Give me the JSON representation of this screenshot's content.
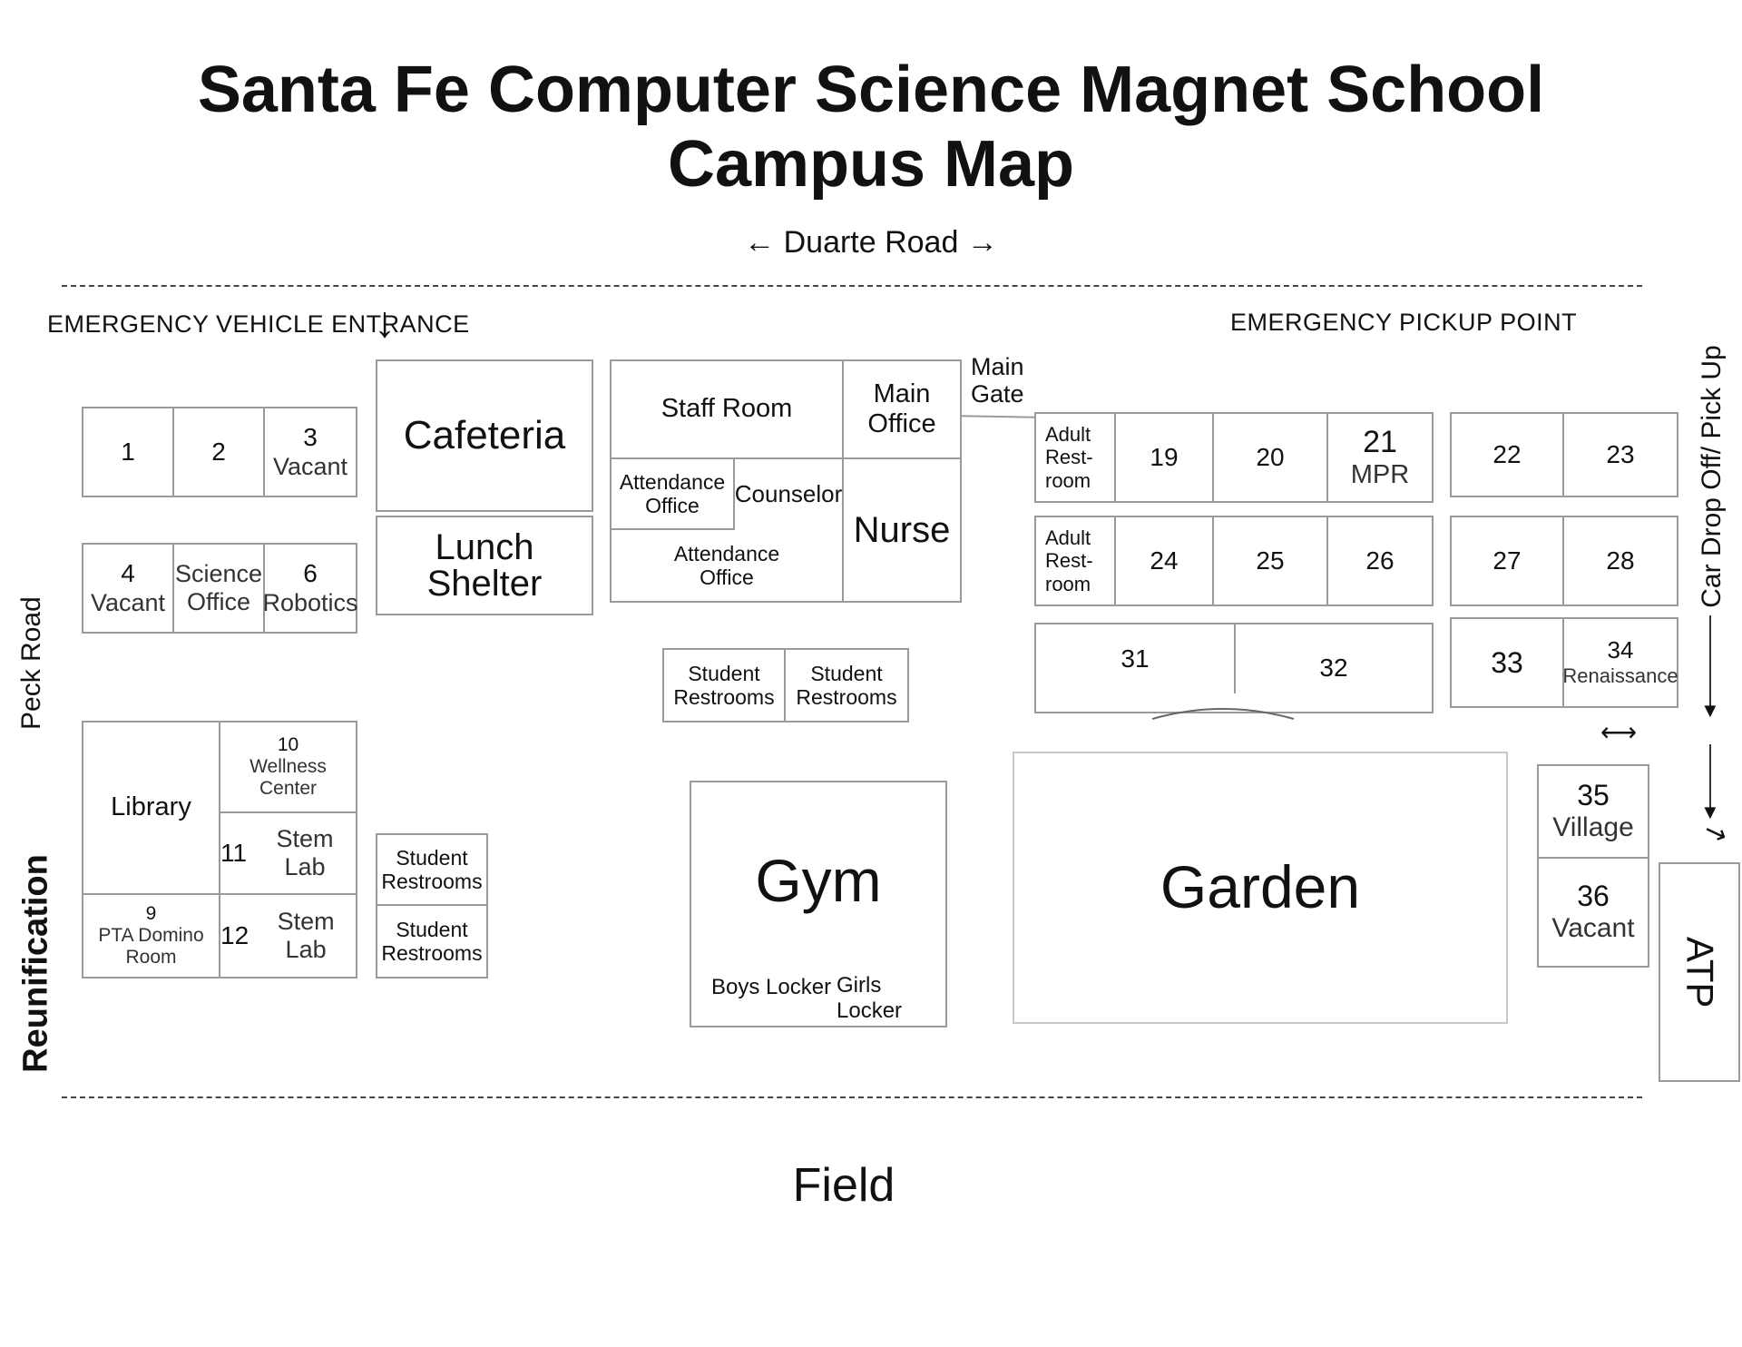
{
  "title": "Santa Fe Computer Science Magnet School",
  "subtitle": "Campus Map",
  "road_top": "← Duarte Road →",
  "road_left": "Peck Road",
  "reunification": "Reunification",
  "car_drop": "Car Drop Off/ Pick Up",
  "emergency_entrance": "EMERGENCY VEHICLE ENTRANCE",
  "emergency_arrow": "↓",
  "emergency_pickup": "EMERGENCY PICKUP POINT",
  "main_gate": [
    "Main",
    "Gate"
  ],
  "field": "Field",
  "atp": "ATP",
  "rooms": {
    "r1": "1",
    "r2": "2",
    "r3": "3",
    "r3_note": "Vacant",
    "r4": "4",
    "r4_note": "Vacant",
    "science_office": [
      "Science",
      "Office"
    ],
    "r6": "6",
    "r6_note": "Robotics",
    "library": "Library",
    "r10": "10",
    "r10_note": [
      "Wellness",
      "Center"
    ],
    "r11": "11",
    "r11_note": "Stem Lab",
    "r12": "12",
    "r12_note": "Stem Lab",
    "r9": "9",
    "r9_note": [
      "PTA Domino",
      "Room"
    ],
    "cafeteria": "Cafeteria",
    "lunch_shelter": [
      "Lunch",
      "Shelter"
    ],
    "student_restrooms": [
      "Student",
      "Restrooms"
    ],
    "staff_room": "Staff Room",
    "main_office": [
      "Main",
      "Office"
    ],
    "attendance_office": [
      "Attendance",
      "Office"
    ],
    "counselor": "Counselor",
    "nurse": "Nurse",
    "gym": "Gym",
    "boys_locker": "Boys Locker",
    "girls_locker": "Girls Locker",
    "adult_restroom": [
      "Adult",
      "Rest-",
      "room"
    ],
    "r19": "19",
    "r20": "20",
    "r21": "21",
    "r21_note": "MPR",
    "r22": "22",
    "r23": "23",
    "r24": "24",
    "r25": "25",
    "r26": "26",
    "r27": "27",
    "r28": "28",
    "r31": "31",
    "r32": "32",
    "r33": "33",
    "r34": "34",
    "r34_note": "Renaissance",
    "r35": "35",
    "r35_note": "Village",
    "r36": "36",
    "r36_note": "Vacant",
    "garden": "Garden"
  }
}
